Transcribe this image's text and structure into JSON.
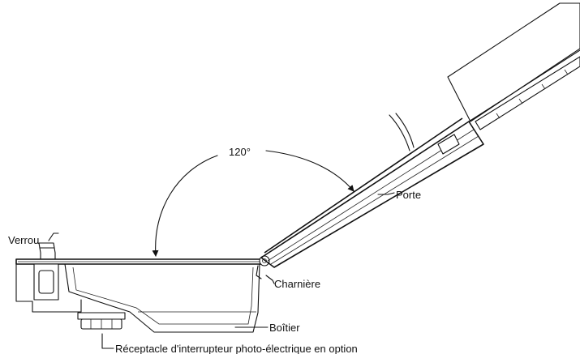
{
  "labels": {
    "angle": "120°",
    "door": "Porte",
    "latch": "Verrou",
    "hinge": "Charnière",
    "housing": "Boîtier",
    "photocell": "Réceptacle d'interrupteur photo-électrique en option"
  },
  "colors": {
    "line": "#111111",
    "background": "#ffffff"
  },
  "icons": {
    "arrow": "arrowhead-icon"
  }
}
